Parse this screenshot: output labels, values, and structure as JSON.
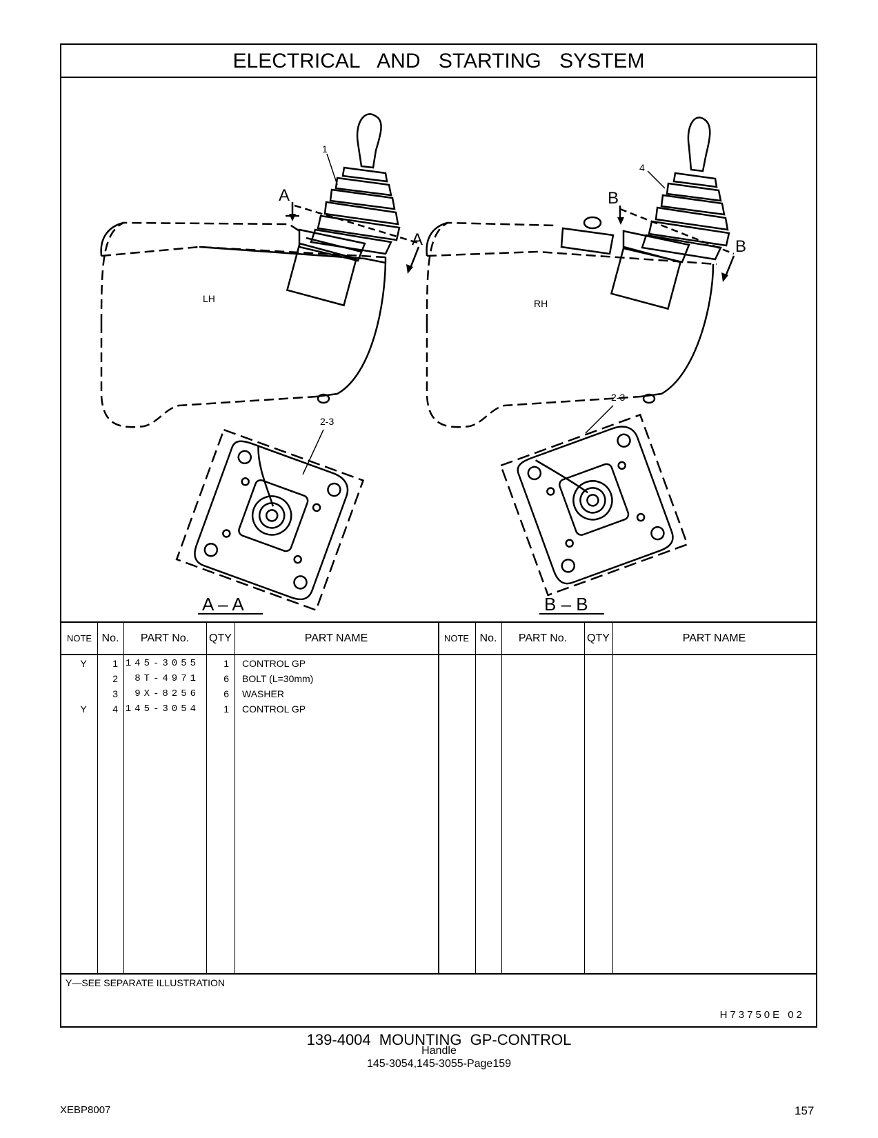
{
  "page_title": "ELECTRICAL AND STARTING SYSTEM",
  "illustration": {
    "callouts": {
      "c1": "1",
      "c4": "4",
      "c23a": "2-3",
      "c23b": "2-3"
    },
    "section_marks": {
      "a1": "A",
      "a2": "A",
      "b1": "B",
      "b2": "B"
    },
    "side_labels": {
      "lh": "LH",
      "rh": "RH"
    },
    "views": {
      "aa": "A – A",
      "bb": "B – B"
    }
  },
  "table": {
    "headers": {
      "note": "NOTE",
      "no": "No.",
      "part_no": "PART No.",
      "qty": "QTY",
      "part_name": "PART NAME"
    },
    "rows": [
      {
        "note": "Y",
        "no": "1",
        "part_no": "145-3055",
        "qty": "1",
        "name": "CONTROL GP"
      },
      {
        "note": "",
        "no": "2",
        "part_no": "8T-4971",
        "qty": "6",
        "name": "BOLT (L=30mm)"
      },
      {
        "note": "",
        "no": "3",
        "part_no": "9X-8256",
        "qty": "6",
        "name": "WASHER"
      },
      {
        "note": "Y",
        "no": "4",
        "part_no": "145-3054",
        "qty": "1",
        "name": "CONTROL GP"
      }
    ]
  },
  "footnote": "Y—SEE SEPARATE ILLUSTRATION",
  "illustration_code": "H73750E 02",
  "caption": {
    "line1": "139-4004 MOUNTING GP-CONTROL",
    "line2": "Handle",
    "line3": "145-3054,145-3055-Page159"
  },
  "document_id": "XEBP8007",
  "page_number": "157"
}
